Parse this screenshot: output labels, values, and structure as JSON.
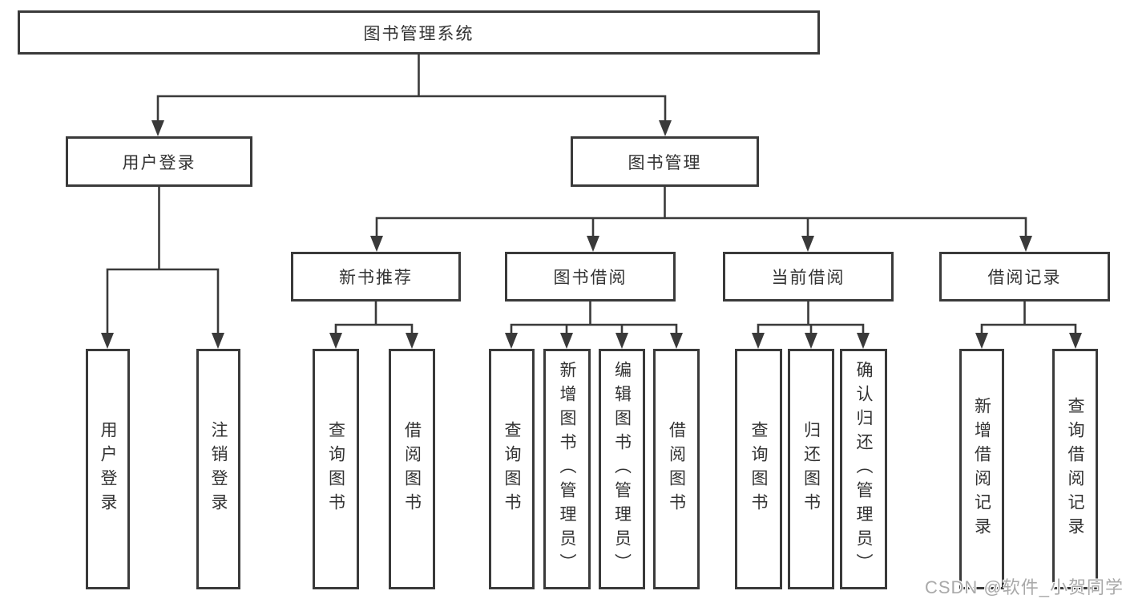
{
  "root": {
    "label": "图书管理系统"
  },
  "level2": {
    "user_login": {
      "label": "用户登录"
    },
    "book_mgmt": {
      "label": "图书管理"
    }
  },
  "level3": {
    "new_book_rec": {
      "label": "新书推荐"
    },
    "book_borrow": {
      "label": "图书借阅"
    },
    "current_borrow": {
      "label": "当前借阅"
    },
    "borrow_records": {
      "label": "借阅记录"
    }
  },
  "leaves": {
    "user_login": [
      "用户登录",
      "注销登录"
    ],
    "new_book_rec": [
      "查询图书",
      "借阅图书"
    ],
    "book_borrow": [
      "查询图书",
      "新增图书（管理员）",
      "编辑图书（管理员）",
      "借阅图书"
    ],
    "current_borrow": [
      "查询图书",
      "归还图书",
      "确认归还（管理员）"
    ],
    "borrow_records": [
      "新增借阅记录",
      "查询借阅记录"
    ]
  },
  "watermark": "CSDN @软件_小贺同学",
  "colors": {
    "line": "#3a3a3a",
    "text": "#333333",
    "watermark": "#a9a9a9",
    "background": "#ffffff"
  }
}
